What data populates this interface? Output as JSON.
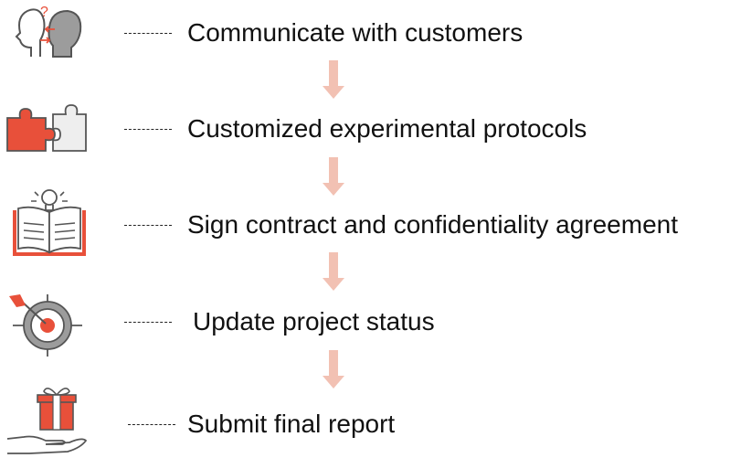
{
  "steps": [
    {
      "label": "Communicate with customers",
      "icon": "conversation-icon"
    },
    {
      "label": "Customized experimental protocols",
      "icon": "puzzle-icon"
    },
    {
      "label": "Sign contract and confidentiality agreement",
      "icon": "book-idea-icon"
    },
    {
      "label": "Update project status",
      "icon": "target-icon"
    },
    {
      "label": "Submit final report",
      "icon": "gift-hand-icon"
    }
  ],
  "colors": {
    "accent": "#e8503a",
    "outline": "#555555",
    "arrow": "#f2c1b3",
    "text": "#111111"
  }
}
